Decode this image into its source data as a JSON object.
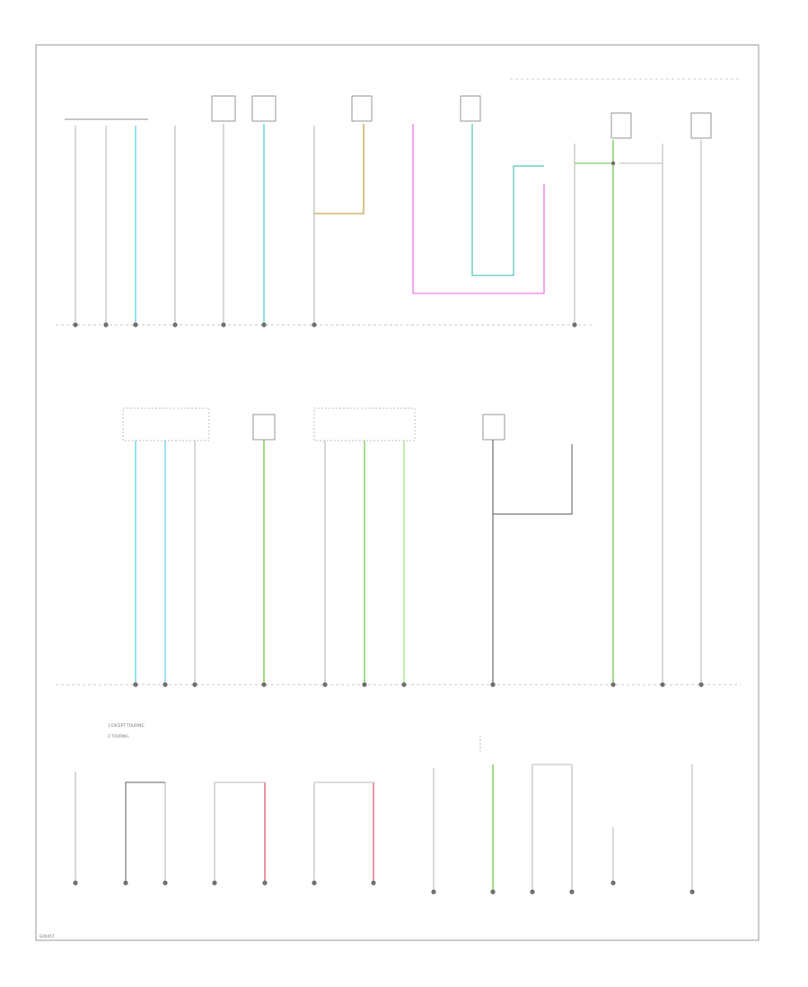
{
  "page": {
    "code": "G00457"
  },
  "colors": {
    "gray": "#b8b8b8",
    "dark": "#7a7a7a",
    "cyan": "#63d7de",
    "teal": "#5cc7b8",
    "green": "#7ed05a",
    "light_green": "#a9e38c",
    "pink": "#f07be8",
    "tan": "#c9a24a",
    "red": "#e36a86"
  },
  "legend": {
    "items": [
      "1  EXCEPT TOURING",
      "2  TOURING"
    ]
  }
}
